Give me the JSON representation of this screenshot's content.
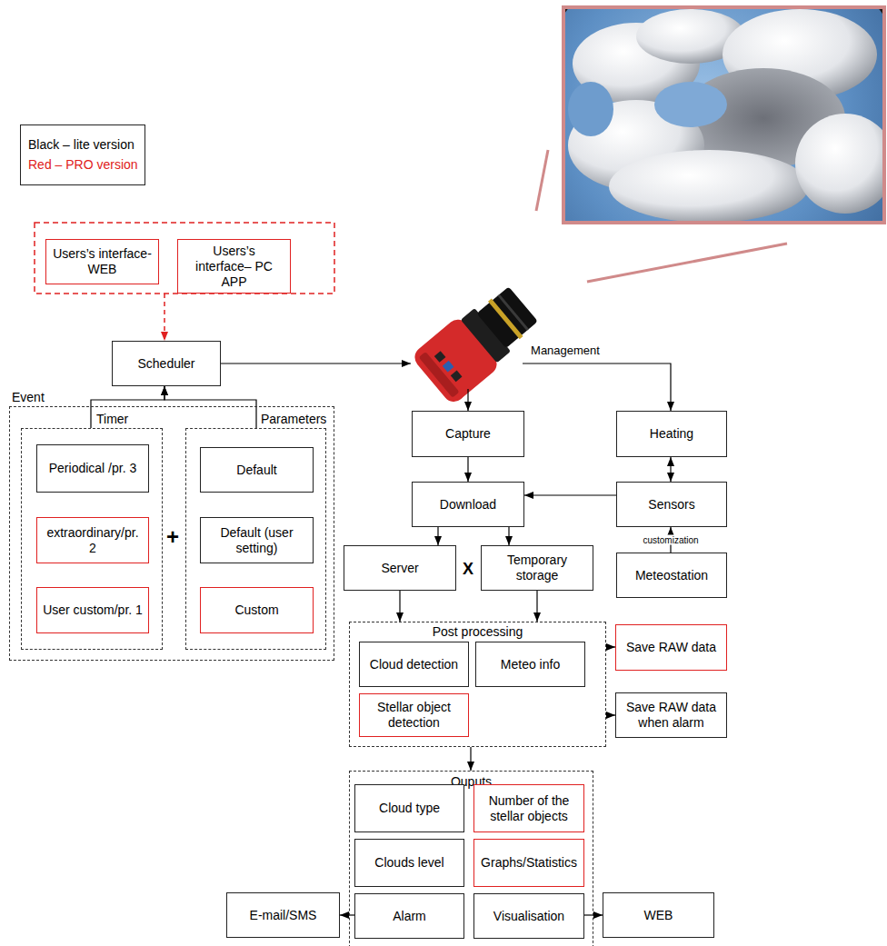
{
  "diagram": {
    "nodes": [
      {
        "text": [
          "Users’s interface- WEB"
        ]
      },
      {
        "text": [
          "Users’s interface– PC APP"
        ]
      },
      {
        "text": [
          "Scheduler"
        ]
      },
      {
        "text": [
          "Event"
        ]
      },
      {
        "text": [
          "Timer"
        ],
        "in": 3
      },
      {
        "text": [
          "Periodical /pr. 3"
        ],
        "in": 4
      },
      {
        "text": [
          "extraordinary/pr. 2"
        ],
        "in": 4
      },
      {
        "text": [
          "User custom/pr. 1"
        ],
        "in": 4
      },
      {
        "text": [
          "Parameters"
        ],
        "in": 3
      },
      {
        "text": [
          "Default"
        ],
        "in": 8
      },
      {
        "text": [
          "Default (user setting)"
        ],
        "in": 8
      },
      {
        "text": [
          "Custom"
        ],
        "in": 8
      },
      {
        "text": [
          "Capture"
        ]
      },
      {
        "text": [
          "Heating"
        ]
      },
      {
        "text": [
          "Download"
        ]
      },
      {
        "text": [
          "Sensors"
        ]
      },
      {
        "text": [
          "Server"
        ]
      },
      {
        "text": [
          "Temporary storage"
        ]
      },
      {
        "text": [
          "Meteostation"
        ]
      },
      {
        "text": [
          "Post processing"
        ]
      },
      {
        "text": [
          "Cloud detection"
        ],
        "in": 19
      },
      {
        "text": [
          "Meteo info"
        ],
        "in": 19
      },
      {
        "text": [
          "Stellar object detection"
        ],
        "in": 19
      },
      {
        "text": [
          "Save RAW data"
        ]
      },
      {
        "text": [
          "Save RAW data when alarm"
        ]
      },
      {
        "text": [
          "Ouputs"
        ]
      },
      {
        "text": [
          "Cloud type"
        ],
        "in": 25
      },
      {
        "text": [
          "Number of the stellar objects"
        ],
        "in": 25
      },
      {
        "text": [
          "Clouds level"
        ],
        "in": 25
      },
      {
        "text": [
          "Graphs/Statistics"
        ],
        "in": 25
      },
      {
        "text": [
          "Alarm"
        ],
        "in": 25
      },
      {
        "text": [
          "Visualisation"
        ],
        "in": 25
      },
      {
        "text": [
          "E-mail/SMS"
        ]
      },
      {
        "text": [
          "WEB"
        ]
      }
    ],
    "edges": [
      {
        "from": 4,
        "to": 2,
        "arrow": "to"
      },
      {
        "from": 8,
        "to": 2,
        "arrow": "to"
      },
      {
        "from": 12,
        "to": 14,
        "arrow": "to"
      },
      {
        "from": 13,
        "to": 15,
        "arrow": "both"
      },
      {
        "from": 15,
        "to": 14,
        "arrow": "to"
      },
      {
        "from": 14,
        "to": 16,
        "arrow": "to"
      },
      {
        "from": 14,
        "to": 17,
        "arrow": "to"
      },
      {
        "from": 18,
        "to": 15,
        "label": "customization",
        "arrow": "to"
      },
      {
        "from": 16,
        "to": 19,
        "arrow": "to"
      },
      {
        "from": 17,
        "to": 19,
        "arrow": "to"
      },
      {
        "from": 19,
        "to": 23,
        "arrow": "to"
      },
      {
        "from": 19,
        "to": 24,
        "arrow": "to"
      },
      {
        "from": 19,
        "to": 25,
        "arrow": "to"
      },
      {
        "from": 30,
        "to": 32,
        "arrow": "to"
      },
      {
        "from": 31,
        "to": 33,
        "arrow": "to"
      }
    ],
    "labels": [
      "+",
      "X",
      "Management"
    ],
    "legend": [
      {
        "text": "Black – lite version",
        "color": "#000000"
      },
      {
        "text": "Red – PRO version",
        "color": "#e02020"
      }
    ]
  }
}
